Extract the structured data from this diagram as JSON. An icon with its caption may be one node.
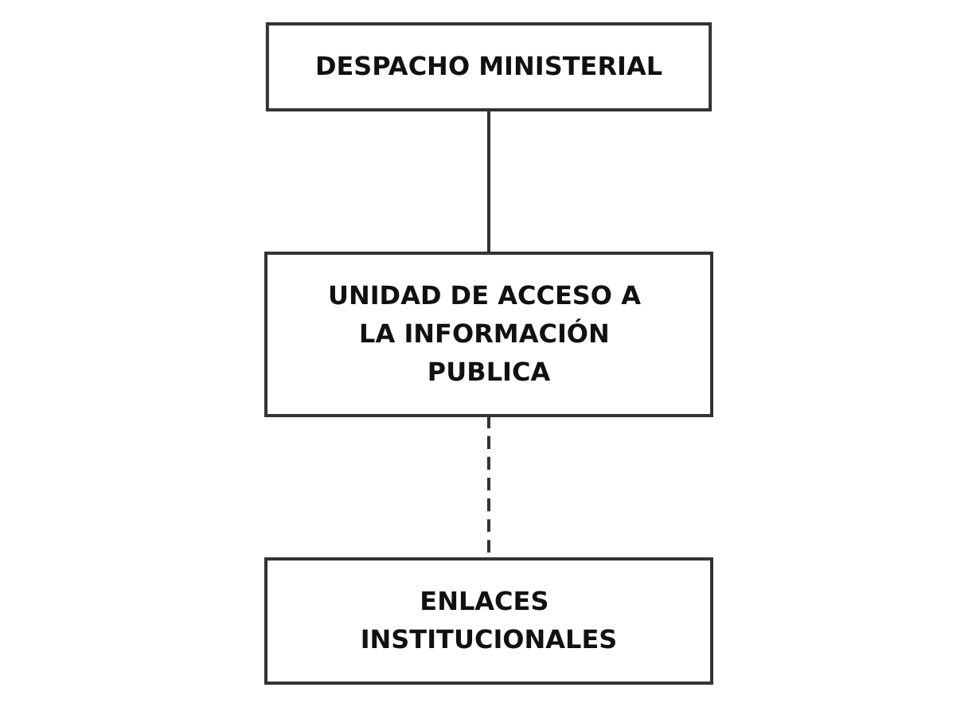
{
  "diagram": {
    "nodes": [
      {
        "text": [
          "DESPACHO MINISTERIAL"
        ]
      },
      {
        "text": [
          "UNIDAD DE ACCESO A LA INFORMACIÓN PUBLICA"
        ]
      },
      {
        "text": [
          "ENLACES INSTITUCIONALES"
        ]
      }
    ],
    "edges": [
      {
        "from": 0,
        "to": 1,
        "arrow": "none"
      },
      {
        "from": 1,
        "to": 2,
        "arrow": "none",
        "style": "dashed"
      }
    ]
  }
}
